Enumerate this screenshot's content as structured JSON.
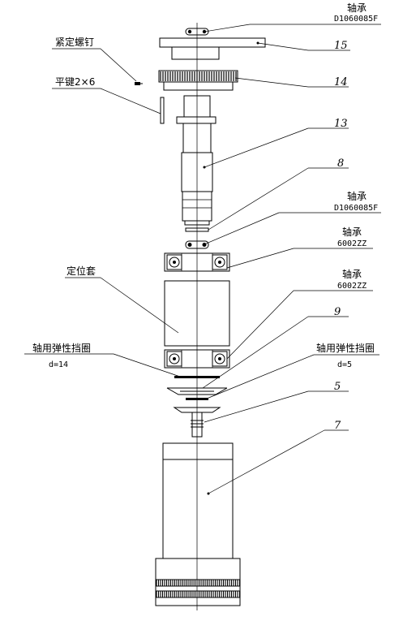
{
  "labels": {
    "bearing_top_name": "轴承",
    "bearing_top_code": "D1060085F",
    "part_15": "15",
    "set_screw": "紧定螺钉",
    "part_14": "14",
    "flat_key": "平键2×6",
    "part_13": "13",
    "part_8": "8",
    "bearing_mid_name": "轴承",
    "bearing_mid_code": "D1060085F",
    "bearing_6002_upper_name": "轴承",
    "bearing_6002_upper_code": "6002ZZ",
    "spacer_sleeve": "定位套",
    "bearing_6002_lower_name": "轴承",
    "bearing_6002_lower_code": "6002ZZ",
    "part_9": "9",
    "circlip_left_name": "轴用弹性挡圈",
    "circlip_left_size": "d=14",
    "circlip_right_name": "轴用弹性挡圈",
    "circlip_right_size": "d=5",
    "part_5": "5",
    "part_7": "7"
  }
}
